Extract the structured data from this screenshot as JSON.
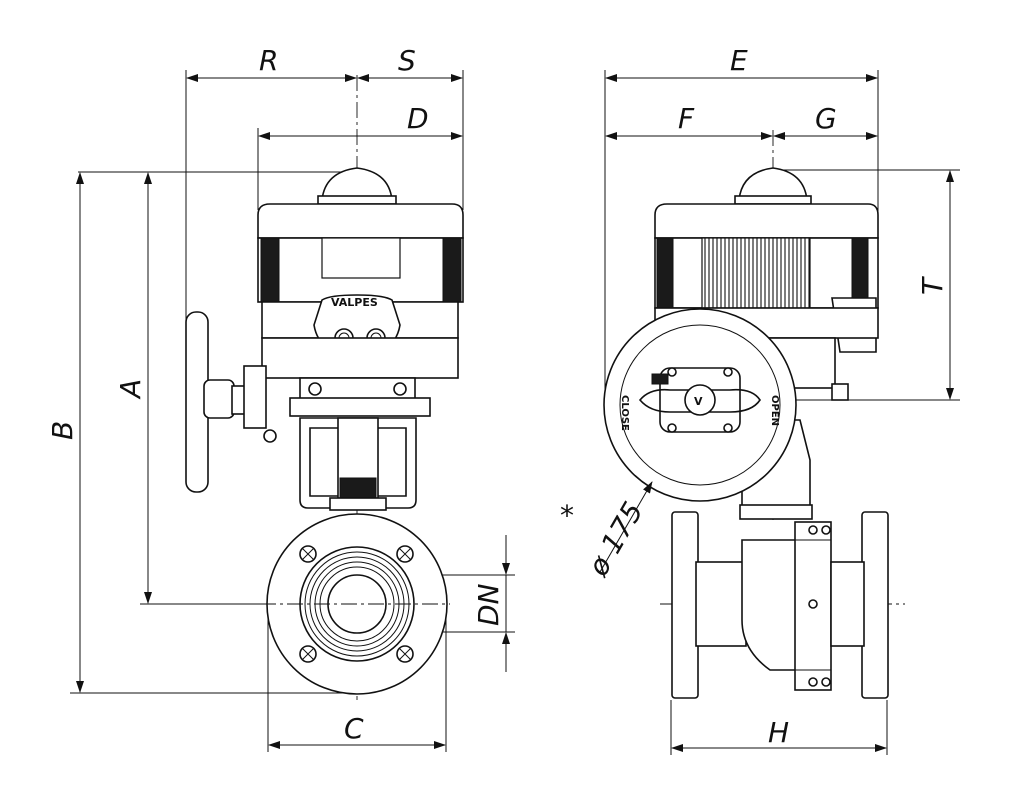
{
  "dimensions": {
    "R": "R",
    "S": "S",
    "D": "D",
    "E": "E",
    "F": "F",
    "G": "G",
    "A": "A",
    "B": "B",
    "T": "T",
    "C": "C",
    "H": "H",
    "DN": "DN",
    "handwheel_diameter": "ø 175",
    "asterisk": "*"
  },
  "labels": {
    "brand": "VALPES",
    "close": "CLOSE",
    "open": "OPEN",
    "v_logo": "V"
  },
  "colors": {
    "line": "#111111",
    "fill_dark": "#1a1a1a",
    "background": "#ffffff"
  }
}
